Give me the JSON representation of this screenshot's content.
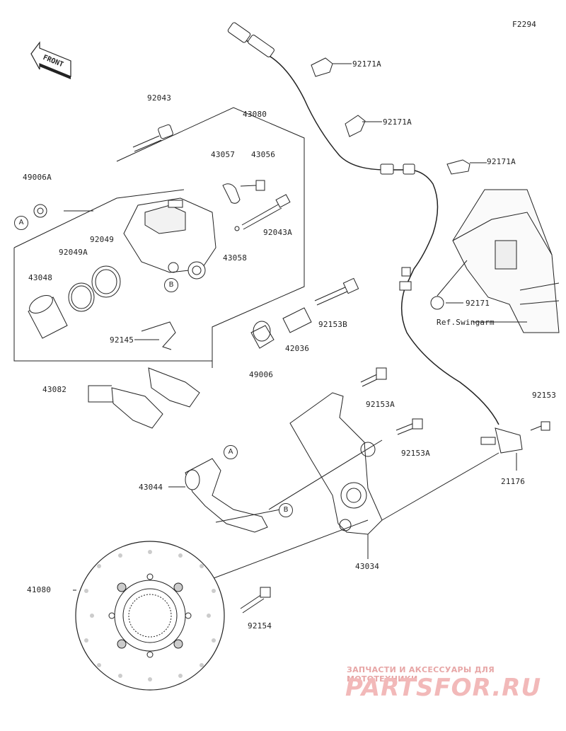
{
  "diagram_code": "F2294",
  "front_label": "FRONT",
  "parts": [
    {
      "id": "p92171A_1",
      "text": "92171A"
    },
    {
      "id": "p92171A_2",
      "text": "92171A"
    },
    {
      "id": "p92171A_3",
      "text": "92171A"
    },
    {
      "id": "p92043",
      "text": "92043"
    },
    {
      "id": "p43080",
      "text": "43080"
    },
    {
      "id": "p43057",
      "text": "43057"
    },
    {
      "id": "p43056",
      "text": "43056"
    },
    {
      "id": "p49006A",
      "text": "49006A"
    },
    {
      "id": "p92049",
      "text": "92049"
    },
    {
      "id": "p92049A",
      "text": "92049A"
    },
    {
      "id": "p43048",
      "text": "43048"
    },
    {
      "id": "p92043A",
      "text": "92043A"
    },
    {
      "id": "p43058",
      "text": "43058"
    },
    {
      "id": "p92171",
      "text": "92171"
    },
    {
      "id": "pRefSwing",
      "text": "Ref.Swingarm"
    },
    {
      "id": "p92153B",
      "text": "92153B"
    },
    {
      "id": "p42036",
      "text": "42036"
    },
    {
      "id": "p92145",
      "text": "92145"
    },
    {
      "id": "p49006",
      "text": "49006"
    },
    {
      "id": "p43082",
      "text": "43082"
    },
    {
      "id": "p92153A_1",
      "text": "92153A"
    },
    {
      "id": "p92153",
      "text": "92153"
    },
    {
      "id": "p92153A_2",
      "text": "92153A"
    },
    {
      "id": "p43044",
      "text": "43044"
    },
    {
      "id": "p21176",
      "text": "21176"
    },
    {
      "id": "p43034",
      "text": "43034"
    },
    {
      "id": "p41080",
      "text": "41080"
    },
    {
      "id": "p92154",
      "text": "92154"
    }
  ],
  "callouts": [
    {
      "id": "cA1",
      "text": "A"
    },
    {
      "id": "cB1",
      "text": "B"
    },
    {
      "id": "cA2",
      "text": "A"
    },
    {
      "id": "cB2",
      "text": "B"
    }
  ],
  "watermark": {
    "line1": "ЗАПЧАСТИ И АКСЕССУАРЫ ДЛЯ МОТОТЕХНИКИ",
    "line2": "PARTSFOR.RU"
  }
}
